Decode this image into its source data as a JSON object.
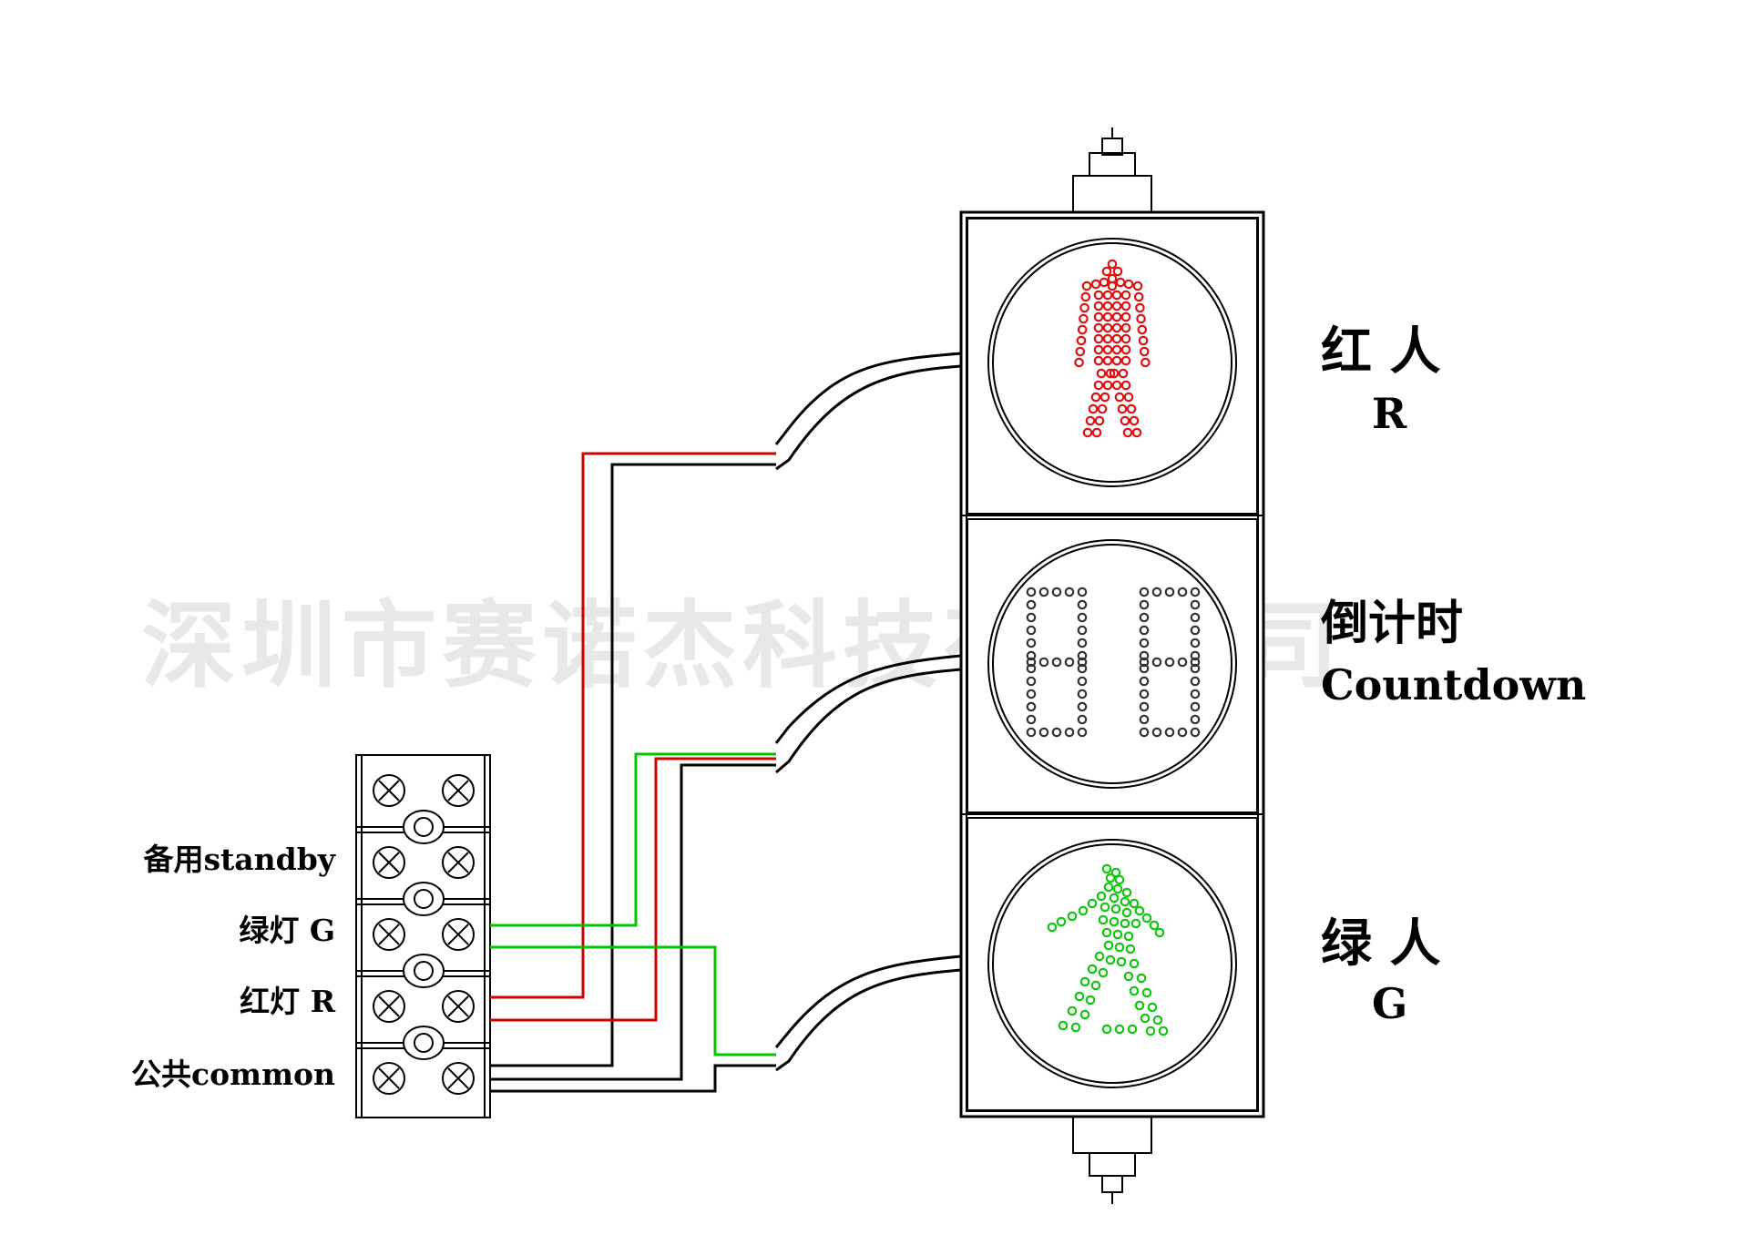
{
  "watermark": "深圳市赛诺杰科技有限公司",
  "terminal_labels": {
    "standby": "备用standby",
    "green": "绿灯 G",
    "red": "红灯 R",
    "common": "公共common"
  },
  "signal_labels": {
    "red_cn": "红 人",
    "red_en": "R",
    "countdown_cn": "倒计时",
    "countdown_en": "Countdown",
    "green_cn": "绿 人",
    "green_en": "G"
  },
  "colors": {
    "red_wire": "#d00000",
    "green_wire": "#00c400",
    "black_wire": "#000000",
    "red_led": "#e01010",
    "green_led": "#10c810",
    "countdown_led": "#333333"
  }
}
